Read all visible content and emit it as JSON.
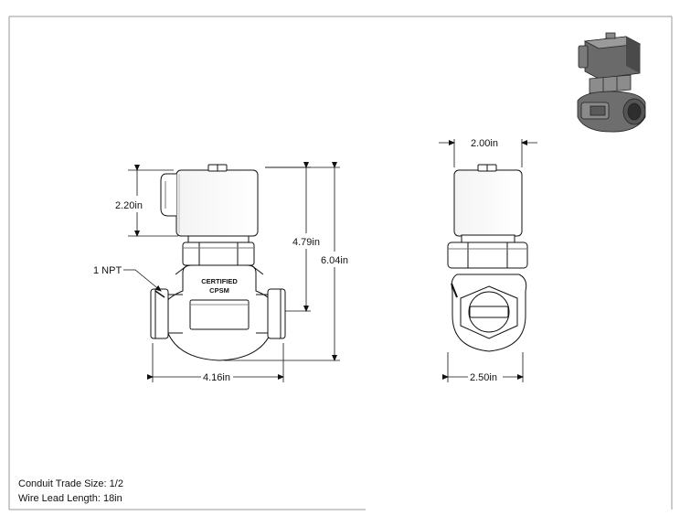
{
  "dimensions": {
    "side_coil_height": "2.20in",
    "side_valve_height": "4.79in",
    "side_total_height": "6.04in",
    "side_width": "4.16in",
    "port_label": "1 NPT",
    "end_coil_width": "2.00in",
    "end_body_width": "2.50in"
  },
  "body_marking": {
    "line1": "CERTIFIED",
    "line2": "CPSM"
  },
  "notes": {
    "conduit": "Conduit Trade Size: 1/2",
    "wire_lead": "Wire Lead Length: 18in"
  }
}
